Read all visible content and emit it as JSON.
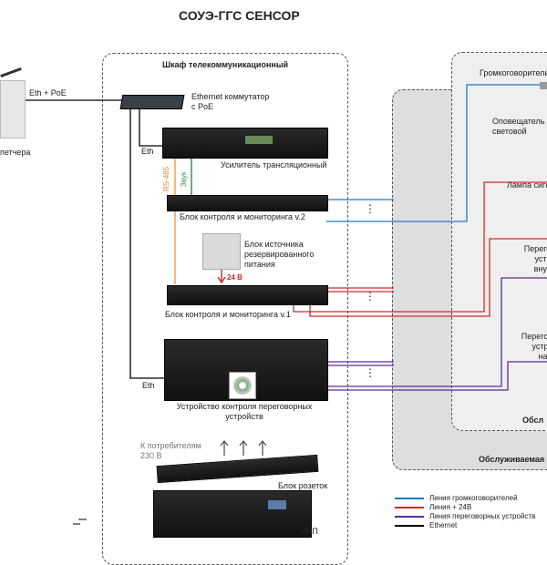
{
  "title": "СОУЭ-ГГС СЕНСОР",
  "cabinet": {
    "label": "Шкаф телекоммуникационный"
  },
  "dispatcher": {
    "label": "петчера",
    "link": "Eth + PoE"
  },
  "switch": {
    "label1": "Ethernet коммутатор",
    "label2": "с PoE"
  },
  "amplifier": {
    "label": "Усилитель трансляционный",
    "eth": "Eth"
  },
  "wires": {
    "rs485": "RS-485",
    "sound": "Звук",
    "v24": "24 В",
    "eth": "Eth"
  },
  "bkm2": {
    "label": "Блок контроля и мониторинга v.2"
  },
  "psu": {
    "l1": "Блок источника",
    "l2": "резервированного",
    "l3": "питания"
  },
  "bkm1": {
    "label": "Блок контроля и мониторинга v.1"
  },
  "intercom_ctrl": {
    "l1": "Устройство контроля переговорных",
    "l2": "устройств"
  },
  "sockets": {
    "consumers1": "К потребителям",
    "consumers2": "230 В",
    "label": "Блок розеток"
  },
  "ups": {
    "label": "ИБП"
  },
  "zones": {
    "outer": "Обслуживаемая",
    "inner": "Обсл"
  },
  "devices": {
    "speaker": "Громкоговоритель",
    "light1": "Оповещатель",
    "light2": "световой",
    "lamp": "Лампа сигн",
    "int_in": [
      "Переговор",
      "устройс",
      "внутрен"
    ],
    "int_out": [
      "Переговор",
      "устройс",
      "наруж"
    ]
  },
  "dots": "⋮",
  "legend": [
    {
      "label": "Линия громкоговорителей",
      "color": "#1f78c8"
    },
    {
      "label": "Линия + 24В",
      "color": "#d42a2a"
    },
    {
      "label": "Линия переговорных устройств",
      "color": "#5b2d9a"
    },
    {
      "label": "Ethernet",
      "color": "#000000"
    }
  ]
}
